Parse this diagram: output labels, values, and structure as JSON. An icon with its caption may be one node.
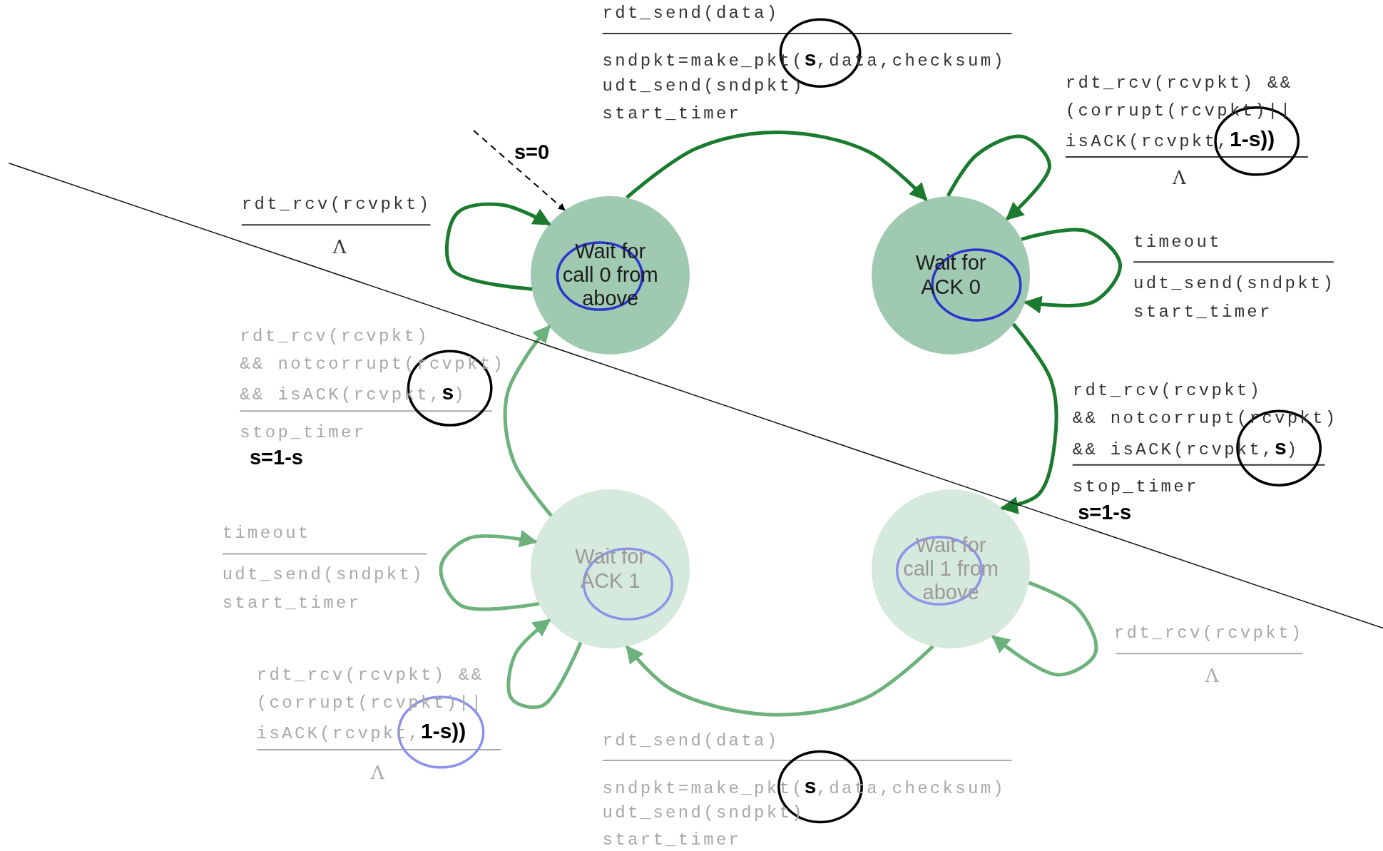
{
  "diagram": {
    "nodes": [
      {
        "text": [
          "Wait for call 0 from above"
        ]
      },
      {
        "text": [
          "Wait for ACK 0"
        ]
      },
      {
        "text": [
          "Wait for call 1 from above"
        ]
      },
      {
        "text": [
          "Wait for ACK 1"
        ]
      }
    ],
    "edges": [
      {
        "from": null,
        "to": 0,
        "arrow": "to",
        "label": "s=0",
        "style": "dashed",
        "color": "#000000"
      },
      {
        "from": 0,
        "to": 0,
        "arrow": "to"
      },
      {
        "from": 0,
        "to": 1,
        "arrow": "to"
      },
      {
        "from": 1,
        "to": 1,
        "arrow": "to"
      },
      {
        "from": 1,
        "to": 1,
        "arrow": "to"
      },
      {
        "from": 1,
        "to": 2,
        "arrow": "to"
      },
      {
        "from": 2,
        "to": 2,
        "arrow": "to",
        "color": "#6db27c"
      },
      {
        "from": 2,
        "to": 3,
        "arrow": "to",
        "color": "#6db27c"
      },
      {
        "from": 3,
        "to": 3,
        "arrow": "to",
        "color": "#6db27c"
      },
      {
        "from": 3,
        "to": 3,
        "arrow": "to",
        "color": "#6db27c"
      },
      {
        "from": 3,
        "to": 0,
        "arrow": "to",
        "color": "#6db27c"
      }
    ],
    "labels": [
      "rdt_send(data)",
      "sndpkt=make_pkt(**s**,data,checksum)",
      "udt_send(sndpkt)",
      "start_timer",
      "rdt_rcv(rcvpkt) &&",
      "(corrupt(rcvpkt)||",
      "isACK(rcvpkt,**1-s))**",
      "Λ",
      "rdt_rcv(rcvpkt)",
      "Λ",
      "timeout",
      "udt_send(sndpkt)",
      "start_timer",
      "rdt_rcv(rcvpkt)",
      "&& notcorrupt(rcvpkt)",
      "&& isACK(rcvpkt,**s**)",
      "stop_timer",
      "s=1-s",
      "rdt_rcv(rcvpkt)",
      "&& notcorrupt(rcvpkt)",
      "&& isACK(rcvpkt,**s**)",
      "stop_timer",
      "s=1-s",
      "timeout",
      "udt_send(sndpkt)",
      "start_timer",
      "rdt_rcv(rcvpkt)",
      "Λ",
      "rdt_rcv(rcvpkt) &&",
      "(corrupt(rcvpkt)||",
      "isACK(rcvpkt,**1-s))**",
      "Λ",
      "rdt_send(data)",
      "sndpkt=make_pkt(**s**,data,checksum)",
      "udt_send(sndpkt)",
      "start_timer"
    ]
  }
}
